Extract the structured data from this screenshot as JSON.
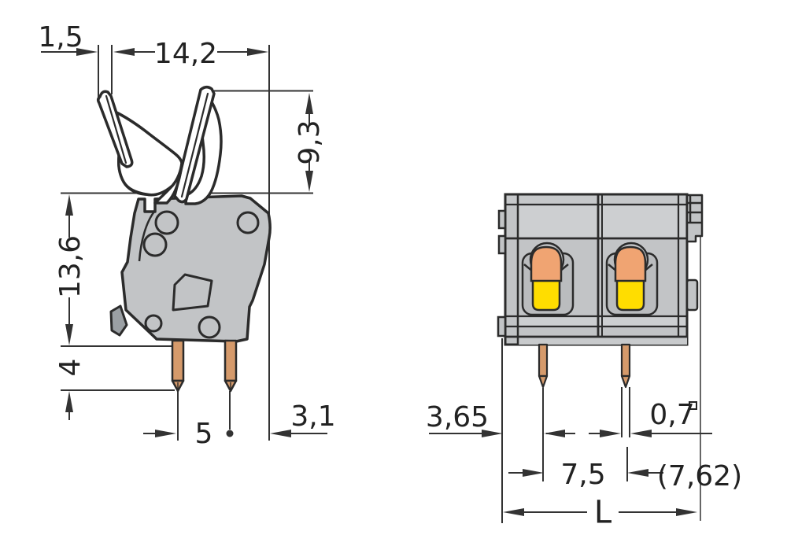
{
  "drawing": {
    "type": "technical-dimension-drawing",
    "subject": "pcb-terminal-block-two-views",
    "colors": {
      "outline": "#2b2b2b",
      "dimension_lines": "#333333",
      "body_gray": "#c2c4c6",
      "band_light": "#cdcfd1",
      "band_medium": "#c6c8ca",
      "recess_gray": "#babcbe",
      "foot_dark": "#9ba0a4",
      "pin_copper": "#d59a6b",
      "clamp_orange": "#f0a472",
      "pusher_yellow": "#ffdd00",
      "background": "#ffffff"
    },
    "side_view": {
      "dims": {
        "lever_tip_offset": "1,5",
        "overall_width": "14,2",
        "lever_height": "9,3",
        "housing_height": "13,6",
        "pin_length": "4",
        "pin_pitch": "5",
        "right_edge_offset": "3,1"
      }
    },
    "front_view": {
      "dims": {
        "edge_to_pin": "3,65",
        "pin_square": "0,7",
        "pole_pitch": "7,5",
        "pole_pitch_alt": "(7,62)",
        "overall_length": "L"
      }
    }
  }
}
